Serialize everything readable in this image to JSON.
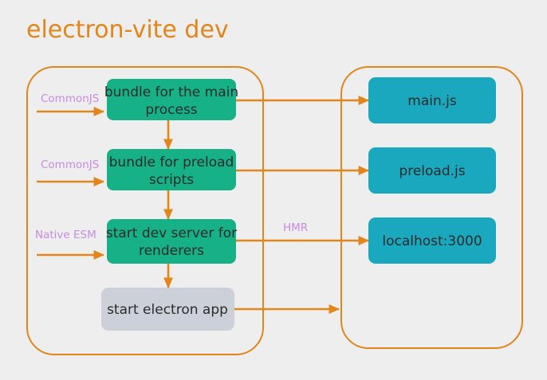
{
  "diagram": {
    "title": "electron-vite dev",
    "background_color": "#eeeeee",
    "accent_color": "#e2861b",
    "process_color": "#16b187",
    "output_color": "#1aa8be",
    "neutral_color": "#ccd1d9",
    "edge_label_color": "#c68ce0",
    "groups": [
      {
        "name": "build-group",
        "label": ""
      },
      {
        "name": "output-group",
        "label": ""
      }
    ],
    "process_nodes": [
      {
        "id": "main-bundle",
        "line1": "bundle for the main",
        "line2": "process",
        "color": "#16b187"
      },
      {
        "id": "preload-bundle",
        "line1": "bundle for preload",
        "line2": "scripts",
        "color": "#16b187"
      },
      {
        "id": "dev-server",
        "line1": "start dev server for",
        "line2": "renderers",
        "color": "#16b187"
      },
      {
        "id": "electron-app",
        "line1": "start electron app",
        "line2": "",
        "color": "#ccd1d9"
      }
    ],
    "output_nodes": [
      {
        "id": "main-js",
        "label": "main.js",
        "color": "#1aa8be"
      },
      {
        "id": "preload-js",
        "label": "preload.js",
        "color": "#1aa8be"
      },
      {
        "id": "localhost",
        "label": "localhost:3000",
        "color": "#1aa8be"
      }
    ],
    "input_labels": [
      {
        "id": "input-main",
        "label": "CommonJS"
      },
      {
        "id": "input-preload",
        "label": "CommonJS"
      },
      {
        "id": "input-renderer",
        "label": "Native ESM"
      }
    ],
    "edge_labels": [
      {
        "id": "hmr",
        "label": "HMR"
      }
    ]
  }
}
